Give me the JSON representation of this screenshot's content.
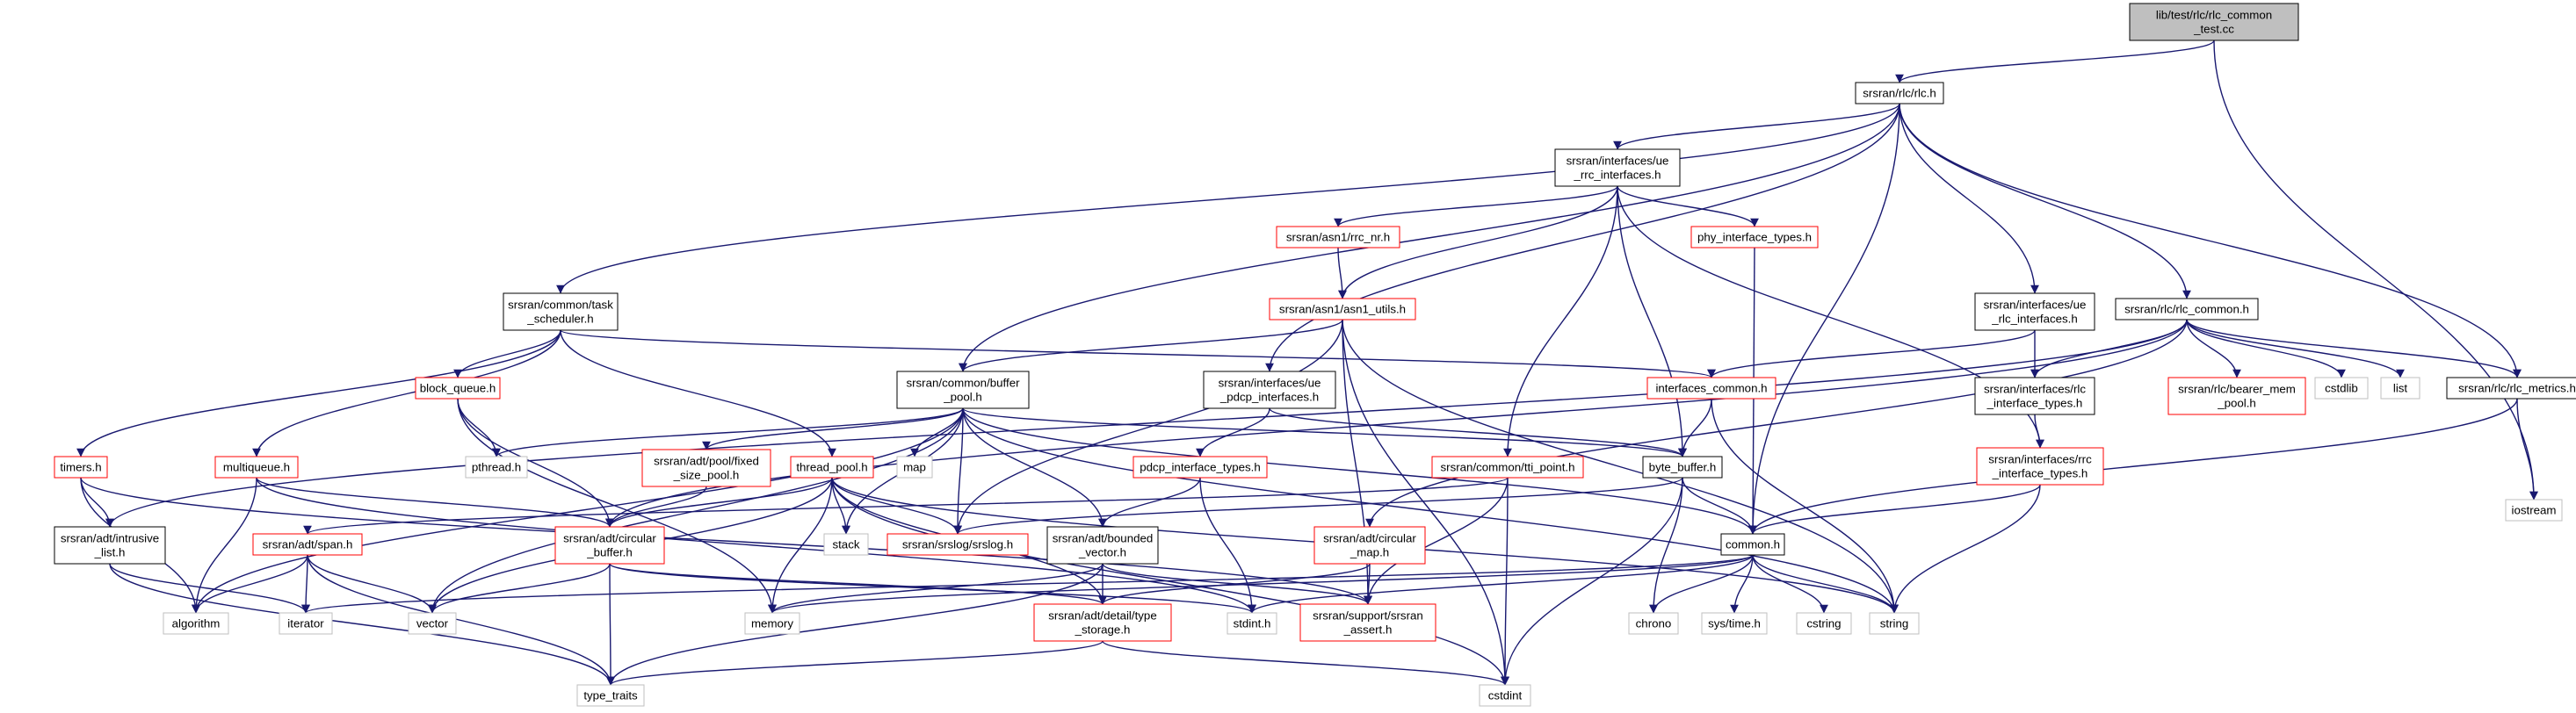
{
  "title": "lib/test/rlc/rlc_common_test.cc",
  "colors": {
    "edge": "#191970",
    "root_fill": "#bfbfbf",
    "documented_border": "#000000",
    "undocumented_border": "#ff0000",
    "external_border": "#bfbfbf",
    "node_fill": "#ffffff"
  },
  "nodes": [
    {
      "id": "root",
      "lines": [
        "lib/test/rlc/rlc_common",
        "_test.cc"
      ],
      "kind": "root"
    },
    {
      "id": "rlc_h",
      "lines": [
        "srsran/rlc/rlc.h"
      ],
      "kind": "documented"
    },
    {
      "id": "iostream",
      "lines": [
        "iostream"
      ],
      "kind": "external"
    },
    {
      "id": "task_scheduler",
      "lines": [
        "srsran/common/task",
        "_scheduler.h"
      ],
      "kind": "documented"
    },
    {
      "id": "buffer_pool",
      "lines": [
        "srsran/common/buffer",
        "_pool.h"
      ],
      "kind": "documented"
    },
    {
      "id": "ue_rrc_interfaces",
      "lines": [
        "srsran/interfaces/ue",
        "_rrc_interfaces.h"
      ],
      "kind": "documented"
    },
    {
      "id": "ue_pdcp_interfaces",
      "lines": [
        "srsran/interfaces/ue",
        "_pdcp_interfaces.h"
      ],
      "kind": "documented"
    },
    {
      "id": "ue_rlc_interfaces",
      "lines": [
        "srsran/interfaces/ue",
        "_rlc_interfaces.h"
      ],
      "kind": "documented"
    },
    {
      "id": "rlc_common",
      "lines": [
        "srsran/rlc/rlc_common.h"
      ],
      "kind": "documented"
    },
    {
      "id": "rlc_metrics",
      "lines": [
        "srsran/rlc/rlc_metrics.h"
      ],
      "kind": "documented"
    },
    {
      "id": "rrc_nr",
      "lines": [
        "srsran/asn1/rrc_nr.h"
      ],
      "kind": "undocumented"
    },
    {
      "id": "asn1_utils",
      "lines": [
        "srsran/asn1/asn1_utils.h"
      ],
      "kind": "undocumented"
    },
    {
      "id": "phy_interface_types",
      "lines": [
        "phy_interface_types.h"
      ],
      "kind": "undocumented"
    },
    {
      "id": "interfaces_common",
      "lines": [
        "interfaces_common.h"
      ],
      "kind": "undocumented"
    },
    {
      "id": "block_queue",
      "lines": [
        "block_queue.h"
      ],
      "kind": "undocumented"
    },
    {
      "id": "timers",
      "lines": [
        "timers.h"
      ],
      "kind": "undocumented"
    },
    {
      "id": "multiqueue",
      "lines": [
        "multiqueue.h"
      ],
      "kind": "undocumented"
    },
    {
      "id": "pthread",
      "lines": [
        "pthread.h"
      ],
      "kind": "external"
    },
    {
      "id": "fixed_size_pool",
      "lines": [
        "srsran/adt/pool/fixed",
        "_size_pool.h"
      ],
      "kind": "undocumented"
    },
    {
      "id": "thread_pool",
      "lines": [
        "thread_pool.h"
      ],
      "kind": "undocumented"
    },
    {
      "id": "map",
      "lines": [
        "map"
      ],
      "kind": "external"
    },
    {
      "id": "pdcp_interface_types",
      "lines": [
        "pdcp_interface_types.h"
      ],
      "kind": "undocumented"
    },
    {
      "id": "tti_point",
      "lines": [
        "srsran/common/tti_point.h"
      ],
      "kind": "undocumented"
    },
    {
      "id": "byte_buffer",
      "lines": [
        "byte_buffer.h"
      ],
      "kind": "documented"
    },
    {
      "id": "rlc_interface_types",
      "lines": [
        "srsran/interfaces/rlc",
        "_interface_types.h"
      ],
      "kind": "documented"
    },
    {
      "id": "bearer_mem_pool",
      "lines": [
        "srsran/rlc/bearer_mem",
        "_pool.h"
      ],
      "kind": "undocumented"
    },
    {
      "id": "cstdlib",
      "lines": [
        "cstdlib"
      ],
      "kind": "external"
    },
    {
      "id": "list",
      "lines": [
        "list"
      ],
      "kind": "external"
    },
    {
      "id": "rrc_interface_types",
      "lines": [
        "srsran/interfaces/rrc",
        "_interface_types.h"
      ],
      "kind": "undocumented"
    },
    {
      "id": "intrusive_list",
      "lines": [
        "srsran/adt/intrusive",
        "_list.h"
      ],
      "kind": "documented"
    },
    {
      "id": "span",
      "lines": [
        "srsran/adt/span.h"
      ],
      "kind": "undocumented"
    },
    {
      "id": "circular_buffer",
      "lines": [
        "srsran/adt/circular",
        "_buffer.h"
      ],
      "kind": "undocumented"
    },
    {
      "id": "stack",
      "lines": [
        "stack"
      ],
      "kind": "external"
    },
    {
      "id": "srslog",
      "lines": [
        "srsran/srslog/srslog.h"
      ],
      "kind": "undocumented"
    },
    {
      "id": "bounded_vector",
      "lines": [
        "srsran/adt/bounded",
        "_vector.h"
      ],
      "kind": "documented"
    },
    {
      "id": "circular_map",
      "lines": [
        "srsran/adt/circular",
        "_map.h"
      ],
      "kind": "undocumented"
    },
    {
      "id": "common_h",
      "lines": [
        "common.h"
      ],
      "kind": "documented"
    },
    {
      "id": "algorithm",
      "lines": [
        "algorithm"
      ],
      "kind": "external"
    },
    {
      "id": "iterator",
      "lines": [
        "iterator"
      ],
      "kind": "external"
    },
    {
      "id": "vector",
      "lines": [
        "vector"
      ],
      "kind": "external"
    },
    {
      "id": "memory",
      "lines": [
        "memory"
      ],
      "kind": "external"
    },
    {
      "id": "type_storage",
      "lines": [
        "srsran/adt/detail/type",
        "_storage.h"
      ],
      "kind": "undocumented"
    },
    {
      "id": "stdint",
      "lines": [
        "stdint.h"
      ],
      "kind": "external"
    },
    {
      "id": "srsran_assert",
      "lines": [
        "srsran/support/srsran",
        "_assert.h"
      ],
      "kind": "undocumented"
    },
    {
      "id": "chrono",
      "lines": [
        "chrono"
      ],
      "kind": "external"
    },
    {
      "id": "sys_time",
      "lines": [
        "sys/time.h"
      ],
      "kind": "external"
    },
    {
      "id": "cstring",
      "lines": [
        "cstring"
      ],
      "kind": "external"
    },
    {
      "id": "string",
      "lines": [
        "string"
      ],
      "kind": "external"
    },
    {
      "id": "type_traits",
      "lines": [
        "type_traits"
      ],
      "kind": "external"
    },
    {
      "id": "cstdint",
      "lines": [
        "cstdint"
      ],
      "kind": "external"
    }
  ],
  "edges": [
    [
      "root",
      "rlc_h"
    ],
    [
      "root",
      "iostream"
    ],
    [
      "rlc_h",
      "task_scheduler"
    ],
    [
      "rlc_h",
      "buffer_pool"
    ],
    [
      "rlc_h",
      "ue_rrc_interfaces"
    ],
    [
      "rlc_h",
      "ue_pdcp_interfaces"
    ],
    [
      "rlc_h",
      "ue_rlc_interfaces"
    ],
    [
      "rlc_h",
      "rlc_common"
    ],
    [
      "rlc_h",
      "rlc_metrics"
    ],
    [
      "rlc_h",
      "common_h"
    ],
    [
      "task_scheduler",
      "block_queue"
    ],
    [
      "task_scheduler",
      "timers"
    ],
    [
      "task_scheduler",
      "multiqueue"
    ],
    [
      "task_scheduler",
      "thread_pool"
    ],
    [
      "task_scheduler",
      "interfaces_common"
    ],
    [
      "ue_rrc_interfaces",
      "rrc_nr"
    ],
    [
      "ue_rrc_interfaces",
      "asn1_utils"
    ],
    [
      "ue_rrc_interfaces",
      "phy_interface_types"
    ],
    [
      "ue_rrc_interfaces",
      "tti_point"
    ],
    [
      "ue_rrc_interfaces",
      "byte_buffer"
    ],
    [
      "ue_rrc_interfaces",
      "rrc_interface_types"
    ],
    [
      "rrc_nr",
      "asn1_utils"
    ],
    [
      "asn1_utils",
      "buffer_pool"
    ],
    [
      "asn1_utils",
      "srslog"
    ],
    [
      "asn1_utils",
      "srsran_assert"
    ],
    [
      "asn1_utils",
      "cstdint"
    ],
    [
      "asn1_utils",
      "string"
    ],
    [
      "phy_interface_types",
      "common_h"
    ],
    [
      "ue_rlc_interfaces",
      "rlc_interface_types"
    ],
    [
      "ue_rlc_interfaces",
      "interfaces_common"
    ],
    [
      "rlc_common",
      "rlc_interface_types"
    ],
    [
      "rlc_common",
      "bearer_mem_pool"
    ],
    [
      "rlc_common",
      "cstdlib"
    ],
    [
      "rlc_common",
      "list"
    ],
    [
      "rlc_common",
      "rlc_metrics"
    ],
    [
      "rlc_common",
      "intrusive_list"
    ],
    [
      "rlc_common",
      "circular_buffer"
    ],
    [
      "rlc_common",
      "circular_map"
    ],
    [
      "rlc_metrics",
      "iostream"
    ],
    [
      "rlc_metrics",
      "common_h"
    ],
    [
      "rlc_interface_types",
      "rrc_interface_types"
    ],
    [
      "rrc_interface_types",
      "common_h"
    ],
    [
      "rrc_interface_types",
      "string"
    ],
    [
      "interfaces_common",
      "byte_buffer"
    ],
    [
      "interfaces_common",
      "string"
    ],
    [
      "ue_pdcp_interfaces",
      "pdcp_interface_types"
    ],
    [
      "ue_pdcp_interfaces",
      "byte_buffer"
    ],
    [
      "pdcp_interface_types",
      "bounded_vector"
    ],
    [
      "pdcp_interface_types",
      "stdint"
    ],
    [
      "buffer_pool",
      "pthread"
    ],
    [
      "buffer_pool",
      "fixed_size_pool"
    ],
    [
      "buffer_pool",
      "map"
    ],
    [
      "buffer_pool",
      "stack"
    ],
    [
      "buffer_pool",
      "srslog"
    ],
    [
      "buffer_pool",
      "bounded_vector"
    ],
    [
      "buffer_pool",
      "byte_buffer"
    ],
    [
      "buffer_pool",
      "common_h"
    ],
    [
      "buffer_pool",
      "algorithm"
    ],
    [
      "buffer_pool",
      "vector"
    ],
    [
      "buffer_pool",
      "string"
    ],
    [
      "block_queue",
      "pthread"
    ],
    [
      "block_queue",
      "circular_buffer"
    ],
    [
      "block_queue",
      "memory"
    ],
    [
      "timers",
      "intrusive_list"
    ],
    [
      "timers",
      "algorithm"
    ],
    [
      "timers",
      "srsran_assert"
    ],
    [
      "multiqueue",
      "circular_buffer"
    ],
    [
      "multiqueue",
      "algorithm"
    ],
    [
      "multiqueue",
      "stdint"
    ],
    [
      "fixed_size_pool",
      "circular_buffer"
    ],
    [
      "thread_pool",
      "circular_buffer"
    ],
    [
      "thread_pool",
      "stack"
    ],
    [
      "thread_pool",
      "srslog"
    ],
    [
      "thread_pool",
      "memory"
    ],
    [
      "thread_pool",
      "vector"
    ],
    [
      "thread_pool",
      "type_storage"
    ],
    [
      "thread_pool",
      "cstdint"
    ],
    [
      "thread_pool",
      "string"
    ],
    [
      "tti_point",
      "span"
    ],
    [
      "tti_point",
      "srsran_assert"
    ],
    [
      "tti_point",
      "cstdint"
    ],
    [
      "byte_buffer",
      "common_h"
    ],
    [
      "byte_buffer",
      "srslog"
    ],
    [
      "byte_buffer",
      "chrono"
    ],
    [
      "byte_buffer",
      "cstdint"
    ],
    [
      "intrusive_list",
      "iterator"
    ],
    [
      "intrusive_list",
      "type_traits"
    ],
    [
      "span",
      "algorithm"
    ],
    [
      "span",
      "iterator"
    ],
    [
      "span",
      "vector"
    ],
    [
      "span",
      "type_traits"
    ],
    [
      "circular_buffer",
      "type_storage"
    ],
    [
      "circular_buffer",
      "vector"
    ],
    [
      "circular_buffer",
      "stdint"
    ],
    [
      "circular_buffer",
      "type_traits"
    ],
    [
      "bounded_vector",
      "memory"
    ],
    [
      "bounded_vector",
      "type_storage"
    ],
    [
      "bounded_vector",
      "srsran_assert"
    ],
    [
      "bounded_vector",
      "type_traits"
    ],
    [
      "circular_map",
      "type_storage"
    ],
    [
      "circular_map",
      "srsran_assert"
    ],
    [
      "common_h",
      "memory"
    ],
    [
      "common_h",
      "stdint"
    ],
    [
      "common_h",
      "chrono"
    ],
    [
      "common_h",
      "sys_time"
    ],
    [
      "common_h",
      "cstring"
    ],
    [
      "common_h",
      "string"
    ],
    [
      "common_h",
      "iterator"
    ],
    [
      "type_storage",
      "type_traits"
    ],
    [
      "type_storage",
      "cstdint"
    ]
  ]
}
